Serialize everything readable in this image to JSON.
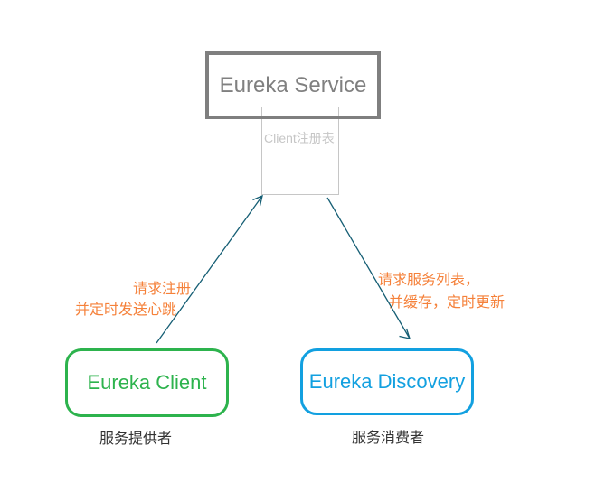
{
  "nodes": {
    "service": {
      "label": "Eureka Service"
    },
    "registry": {
      "label": "Client注册表"
    },
    "client": {
      "label": "Eureka Client"
    },
    "discovery": {
      "label": "Eureka Discovery"
    }
  },
  "captions": {
    "provider": "服务提供者",
    "consumer": "服务消费者"
  },
  "edges": {
    "register": {
      "line1": "请求注册",
      "line2": "并定时发送心跳"
    },
    "fetch": {
      "line1": "请求服务列表，",
      "line2": "并缓存，定时更新"
    }
  },
  "colors": {
    "gray_border": "#7f7f7f",
    "gray_text": "#808080",
    "light_gray": "#c6c6c6",
    "green": "#2db34d",
    "blue": "#12a0e0",
    "orange": "#f5813a",
    "arrow_color": "#155e74",
    "caption_text": "#333333"
  }
}
